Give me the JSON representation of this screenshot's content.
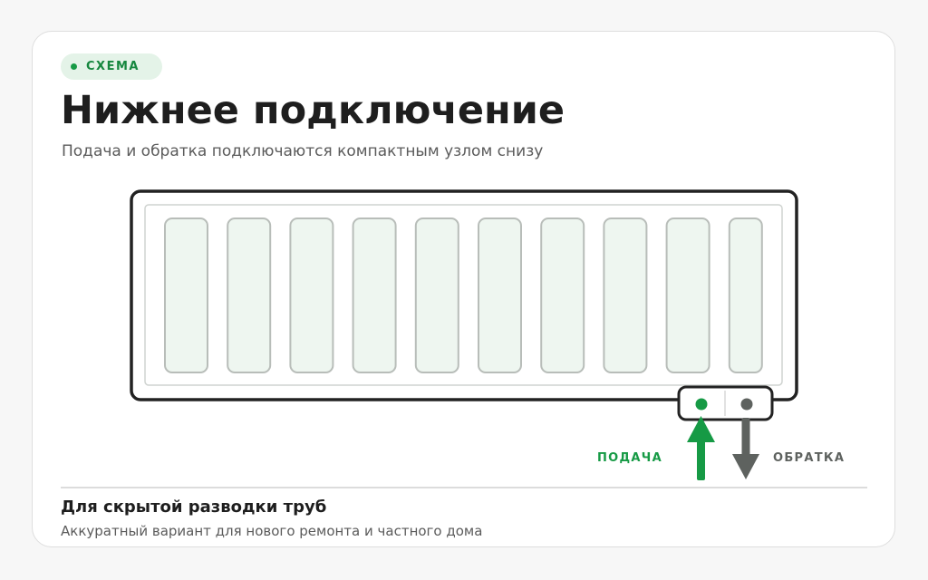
{
  "badge": {
    "label": "СХЕМА"
  },
  "header": {
    "title": "Нижнее подключение",
    "subtitle": "Подача и обратка подключаются компактным узлом снизу"
  },
  "diagram": {
    "sections_count": 10,
    "supply": {
      "label": "ПОДАЧА",
      "color": "#169a45",
      "direction": "up"
    },
    "return": {
      "label": "ОБРАТКА",
      "color": "#5e625f",
      "direction": "down"
    }
  },
  "footer": {
    "title": "Для скрытой разводки труб",
    "text": "Аккуратный вариант для нового ремонта и частного дома"
  },
  "colors": {
    "accent": "#169a45",
    "outline": "#222222",
    "section_fill": "#eef6f0",
    "section_stroke": "#b8bdb9"
  }
}
